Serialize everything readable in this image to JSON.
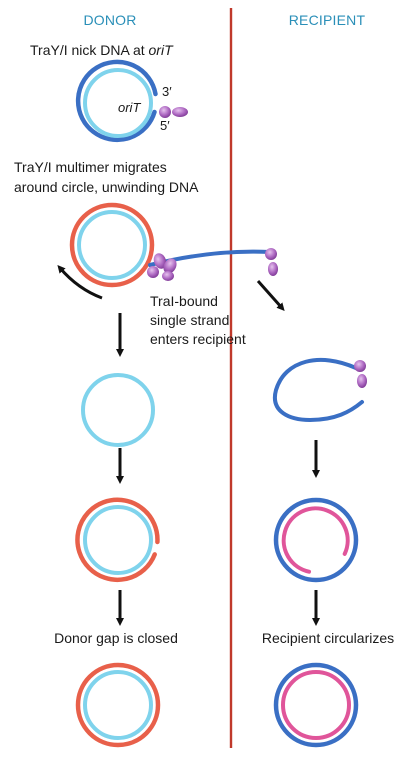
{
  "headers": {
    "donor": "DONOR",
    "recipient": "RECIPIENT"
  },
  "labels": {
    "step1_main": "TraY/I nick DNA at ",
    "step1_site": "oriT",
    "orit_label": "oriT",
    "three_prime": "3′",
    "five_prime": "5′",
    "step2_line1": "TraY/I multimer migrates",
    "step2_line2": "around circle, unwinding DNA",
    "transfer_line1": "TraI-bound",
    "transfer_line2": "single strand",
    "transfer_line3": "enters recipient",
    "donor_final": "Donor gap is closed",
    "recipient_final": "Recipient circularizes"
  },
  "colors": {
    "header_teal": "#2a8fb8",
    "divider_red": "#c0392b",
    "strand_dark_blue": "#3a6fc4",
    "strand_light_cyan": "#7fd3ec",
    "strand_orange_red": "#e8604a",
    "strand_pink": "#e0559a",
    "protein_purple": "#9b4fb0",
    "protein_light": "#c990d6",
    "arrow_black": "#111111"
  }
}
